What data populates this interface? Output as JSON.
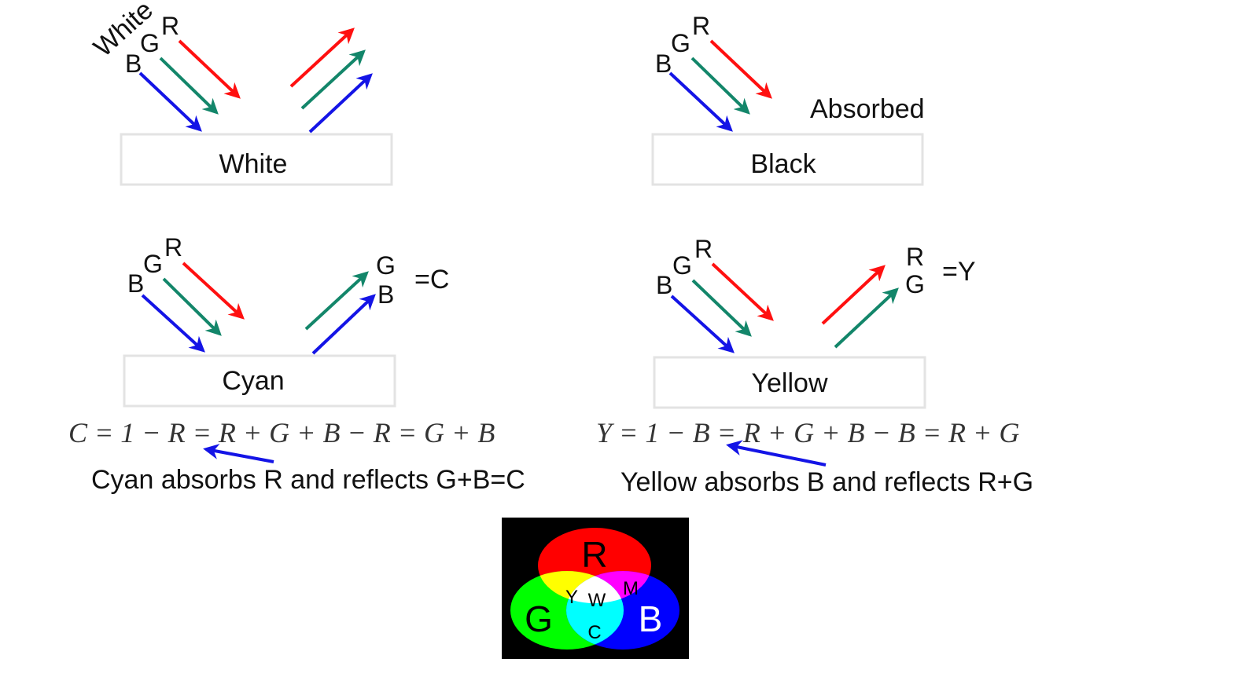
{
  "colors": {
    "red": "#ff1010",
    "green": "#13866a",
    "blue": "#1414e6",
    "venn_background": "#000000"
  },
  "panels": {
    "white": {
      "surface_label": "White",
      "incoming": {
        "r": "R",
        "g": "G",
        "b": "B",
        "source": "White"
      }
    },
    "black": {
      "surface_label": "Black",
      "incoming": {
        "r": "R",
        "g": "G",
        "b": "B"
      },
      "note": "Absorbed"
    },
    "cyan": {
      "surface_label": "Cyan",
      "incoming": {
        "r": "R",
        "g": "G",
        "b": "B"
      },
      "reflected": {
        "top": "G",
        "bottom": "B",
        "result": "=C"
      },
      "equation": "C = 1 − R = R + G + B − R = G + B",
      "caption": "Cyan absorbs R and reflects G+B=C"
    },
    "yellow": {
      "surface_label": "Yellow",
      "incoming": {
        "r": "R",
        "g": "G",
        "b": "B"
      },
      "reflected": {
        "top": "R",
        "bottom": "G",
        "result": "=Y"
      },
      "equation": "Y = 1 − B = R + G + B − B = R + G",
      "caption": "Yellow absorbs B and reflects R+G"
    }
  },
  "venn": {
    "red_label": "R",
    "green_label": "G",
    "blue_label": "B",
    "yellow_label": "Y",
    "magenta_label": "M",
    "cyan_label": "C",
    "white_label": "W",
    "colors": {
      "red": "#ff0000",
      "green": "#00ff00",
      "blue": "#0000ff",
      "yellow": "#ffff00",
      "magenta": "#ff00ff",
      "cyan": "#00ffff",
      "white": "#ffffff"
    }
  }
}
